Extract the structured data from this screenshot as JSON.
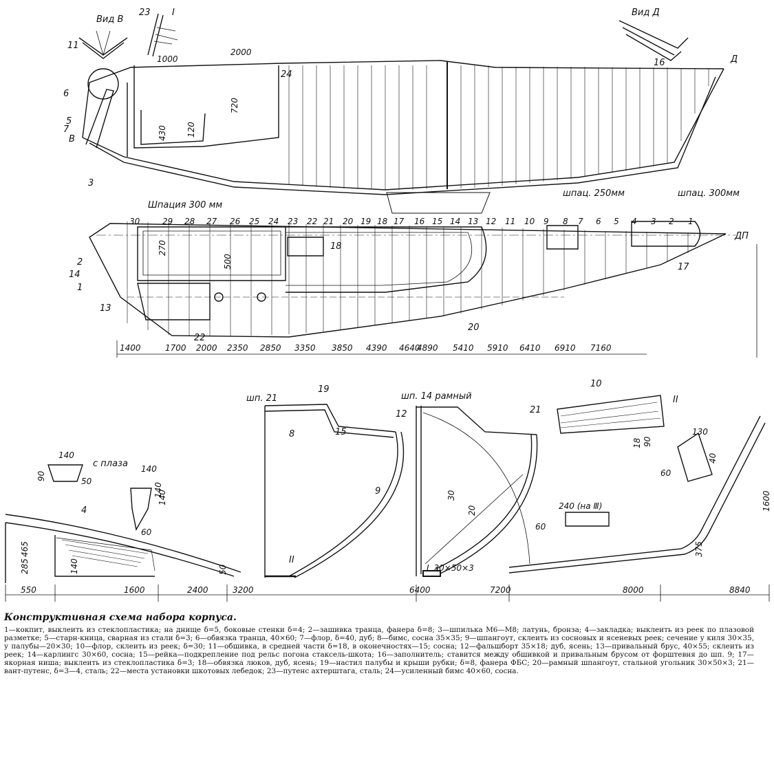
{
  "caption": {
    "title": "Конструктивная схема набора корпуса.",
    "legend": "1—кокпит, выклеить из стеклопластика; на днище δ=5, боковые стенки δ=4; 2—зашивка транца, фанера δ=8; 3—шпилька М6—М8; латунь, бронза; 4—закладка; выклеить из реек по плазовой разметке; 5—старн-кница, сварная из стали δ=3; 6—обвязка транца, 40×60; 7—флор, δ=40, дуб; 8—бимс, сосна 35×35; 9—шпангоут, склеить из сосновых и ясеневых реек; сечение у киля 30×35, у палубы—20×30; 10—флор, склеить из реек; δ=30; 11—обшивка, в средней части δ=18, в оконечностях—15; сосна; 12—фальшборт 35×18; дуб, ясень; 13—привальный брус, 40×55; склеить из реек; 14—карлингс 30×60, сосна; 15—рейка—подкрепление под рельс погона стаксель-шкота; 16—заполнитель; ставится между обшивкой и привальным брусом от форштевня до шп. 9; 17—якорная ниша; выклеить из стеклопластика δ=3; 18—обвязка люков, дуб, ясень; 19—настил палубы и крыши рубки; δ=8, фанера ФБС; 20—рамный шпангоут, стальной угольник 30×50×3; 21—вант-путенс, δ=3—4, сталь; 22—места установки шкотовых лебедок; 23—путенс ахтерштага, сталь; 24—усиленный бимс 40×60, сосна."
  },
  "views": {
    "view_b": "Вид В",
    "view_d": "Вид Д",
    "detail_1": "I",
    "detail_2": "II",
    "section_21": "шп. 21",
    "section_14": "шп. 14 рамный",
    "from_loft": "с плаза",
    "centerline": "ДП",
    "arrow_b": "В",
    "arrow_d": "Д"
  },
  "spacing": {
    "aft": "Шпация 300 мм",
    "mid": "шпац. 250мм",
    "fwd": "шпац. 300мм"
  },
  "profile_dims": [
    "1000",
    "2000",
    "720",
    "430",
    "120"
  ],
  "plan_dims": [
    "270",
    "500"
  ],
  "stations": [
    "30",
    "29",
    "28",
    "27",
    "26",
    "25",
    "24",
    "23",
    "22",
    "21",
    "20",
    "19",
    "18",
    "17",
    "16",
    "15",
    "14",
    "13",
    "12",
    "11",
    "10",
    "9",
    "8",
    "7",
    "6",
    "5",
    "4",
    "3",
    "2",
    "1"
  ],
  "plan_offsets": [
    "1400",
    "1700",
    "2000",
    "2350",
    "2850",
    "3350",
    "3850",
    "4390",
    "4640",
    "4890",
    "5410",
    "5910",
    "6410",
    "6910",
    "7160"
  ],
  "bottom_offsets": [
    "550",
    "1600",
    "2400",
    "3200",
    "6400",
    "7200",
    "8000",
    "8840"
  ],
  "section_dims": [
    "140",
    "90",
    "50",
    "140",
    "140",
    "60",
    "465",
    "285",
    "140",
    "50",
    "140",
    "375",
    "1600",
    "18",
    "90",
    "130",
    "60",
    "40",
    "240 (на Ⅲ)",
    "60",
    "30",
    "20"
  ],
  "angle_steel": "L 30×50×3",
  "part_numbers": [
    "1",
    "2",
    "3",
    "4",
    "5",
    "6",
    "7",
    "8",
    "9",
    "10",
    "11",
    "12",
    "13",
    "14",
    "15",
    "16",
    "17",
    "18",
    "19",
    "20",
    "21",
    "22",
    "23",
    "24"
  ]
}
